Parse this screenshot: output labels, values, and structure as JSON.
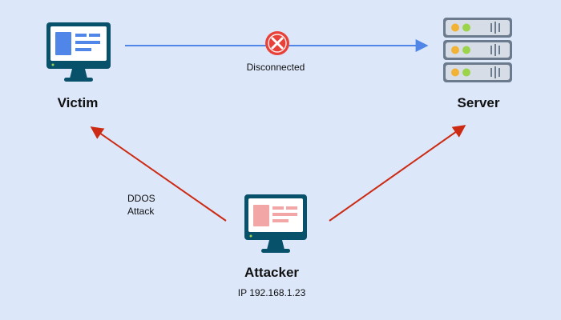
{
  "nodes": {
    "victim": {
      "label": "Victim"
    },
    "server": {
      "label": "Server"
    },
    "attacker": {
      "label": "Attacker",
      "ip": "IP 192.168.1.23"
    }
  },
  "connection": {
    "status": "Disconnected"
  },
  "attack": {
    "line1": "DDOS",
    "line2": "Attack"
  },
  "colors": {
    "background": "#dce7fa",
    "connection_arrow": "#4f86e8",
    "attack_arrow": "#cc2a12",
    "error_badge": "#e8413a",
    "monitor_frame": "#08516a",
    "victim_screen_accent": "#4f86e8",
    "attacker_screen_accent": "#f2a6a6",
    "server_body": "#6b7a8c",
    "server_led": "#f2b233",
    "server_led_ok": "#9bd44a"
  },
  "icons": [
    "victim-monitor-icon",
    "server-rack-icon",
    "attacker-monitor-icon",
    "disconnected-x-icon"
  ]
}
